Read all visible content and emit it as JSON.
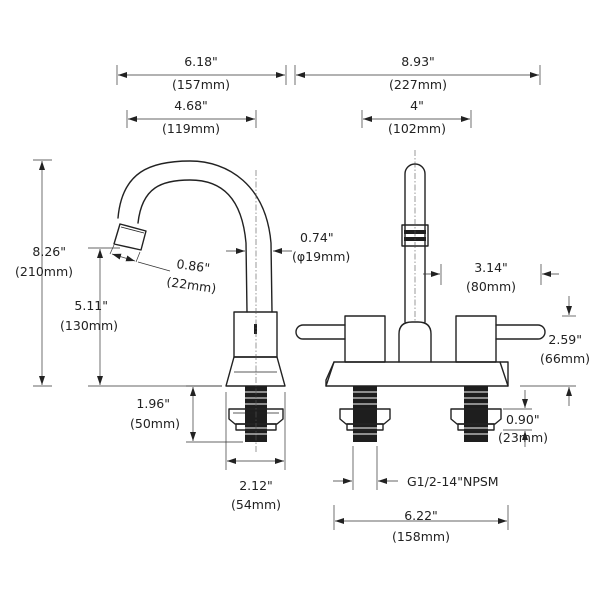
{
  "dimensions": {
    "overall_depth": {
      "inch": "6.18\"",
      "mm": "(157mm)"
    },
    "overall_width": {
      "inch": "8.93\"",
      "mm": "(227mm)"
    },
    "spout_reach": {
      "inch": "4.68\"",
      "mm": "(119mm)"
    },
    "center_spread": {
      "inch": "4\"",
      "mm": "(102mm)"
    },
    "total_height": {
      "inch": "8.26\"",
      "mm": "(210mm)"
    },
    "outlet_diameter": {
      "inch": "0.86\"",
      "mm": "(22mm)"
    },
    "spout_tube": {
      "inch": "0.74\"",
      "mm": "(φ19mm)"
    },
    "spout_height": {
      "inch": "5.11\"",
      "mm": "(130mm)"
    },
    "handle_length": {
      "inch": "3.14\"",
      "mm": "(80mm)"
    },
    "handle_height": {
      "inch": "2.59\"",
      "mm": "(66mm)"
    },
    "shank_length": {
      "inch": "1.96\"",
      "mm": "(50mm)"
    },
    "nut_height": {
      "inch": "0.90\"",
      "mm": "(23mm)"
    },
    "base_depth": {
      "inch": "2.12\"",
      "mm": "(54mm)"
    },
    "thread": {
      "label": "G1/2-14\"NPSM"
    },
    "shank_spread": {
      "inch": "6.22\"",
      "mm": "(158mm)"
    }
  }
}
